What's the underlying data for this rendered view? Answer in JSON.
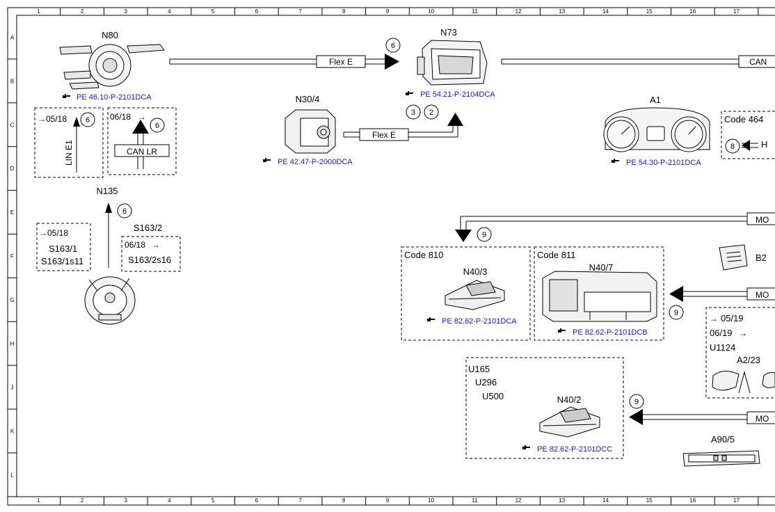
{
  "grid": {
    "columns": [
      "1",
      "2",
      "3",
      "4",
      "5",
      "6",
      "7",
      "8",
      "9",
      "10",
      "11",
      "12",
      "13",
      "14",
      "15",
      "16",
      "17"
    ],
    "rows": [
      "A",
      "B",
      "C",
      "D",
      "E",
      "F",
      "G",
      "H",
      "J",
      "K",
      "L"
    ]
  },
  "components": {
    "n80": {
      "label": "N80",
      "ref": "PE 46.10-P-2101DCA"
    },
    "n73": {
      "label": "N73",
      "ref": "PE 54.21-P-2104DCA"
    },
    "n30_4": {
      "label": "N30/4",
      "ref": "PE 42.47-P-2000DCA"
    },
    "a1": {
      "label": "A1",
      "ref": "PE 54.30-P-2101DCA"
    },
    "n135": {
      "label": "N135"
    },
    "n40_3": {
      "label": "N40/3",
      "ref": "PE 82.62-P-2101DCA"
    },
    "n40_7": {
      "label": "N40/7",
      "ref": "PE 82.62-P-2101DCB"
    },
    "n40_2": {
      "label": "N40/2",
      "ref": "PE 82.62-P-2101DCC"
    },
    "a90_5": {
      "label": "A90/5"
    },
    "a2_23": {
      "label": "A2/23"
    },
    "b2": {
      "label": "B2"
    }
  },
  "bus_labels": {
    "flex_e_top": "Flex E",
    "flex_e_mid": "Flex E",
    "can_right": "CAN",
    "can_lr": "CAN LR",
    "lin_e1": "LIN E1",
    "mo_1": "MO",
    "mo_2": "MO",
    "mo_3": "MO"
  },
  "circles": {
    "c6_a": "6",
    "c6_b": "6",
    "c6_c": "6",
    "c6_d": "6",
    "c3": "3",
    "c2": "2",
    "c8": "8",
    "c9_a": "9",
    "c9_b": "9",
    "c9_c": "9"
  },
  "boxes": {
    "lin_box_date": "05/18",
    "can_box_date": "06/18",
    "s163_1_date": "05/18",
    "s163_1_line1": "S163/1",
    "s163_1_line2": "S163/1s11",
    "s163_2_title": "S163/2",
    "s163_2_date": "06/18",
    "s163_2_line": "S163/2s16",
    "code464": "Code 464",
    "code464_h": "H",
    "code810": "Code 810",
    "code811": "Code 811",
    "a223_date1": "05/19",
    "a223_date2": "06/19",
    "a223_u": "U1124",
    "u165": "U165",
    "u296": "U296",
    "u500": "U500"
  },
  "symbols": {
    "arrow_glyph": "→",
    "ref_icon": "pointing-hand-icon"
  }
}
